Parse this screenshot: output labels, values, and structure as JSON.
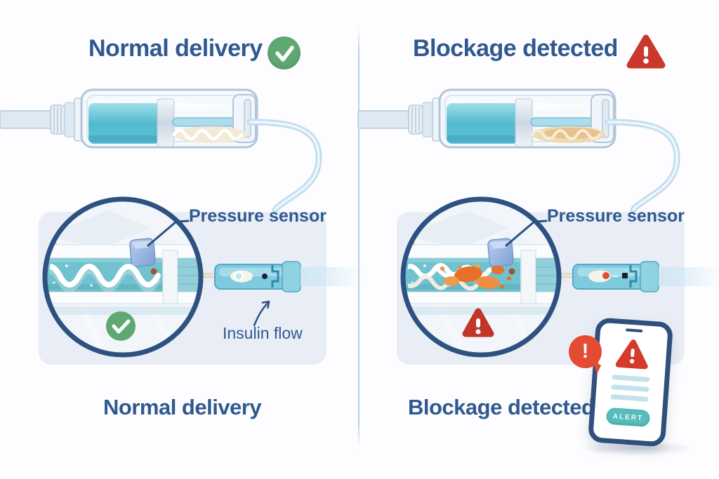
{
  "left_panel": {
    "title": "Normal delivery",
    "title_icon": "check-icon",
    "sensor_label": "Pressure sensor",
    "flow_label": "Insulin flow",
    "bottom_label": "Normal delivery"
  },
  "right_panel": {
    "title": "Blockage detected",
    "title_icon": "warning-icon",
    "sensor_label": "Pressure sensor",
    "bottom_label": "Blockage detected",
    "phone": {
      "alert_button": "ALERT",
      "notification_icon": "exclamation-bubble-icon"
    }
  },
  "colors": {
    "title_blue": "#30598f",
    "check_green": "#5fa874",
    "alert_red": "#c9382a",
    "bubble_red": "#e34b33",
    "lens_border": "#2d5282",
    "liquid_teal": "#72c1ce",
    "blockage_orange": "#e8702a",
    "panel_bg": "#e9eef6",
    "phone_frame": "#2f4f7c",
    "alert_pill_teal": "#57bcbc",
    "divider": "#b9cfe6",
    "background": "#fdfdff"
  }
}
